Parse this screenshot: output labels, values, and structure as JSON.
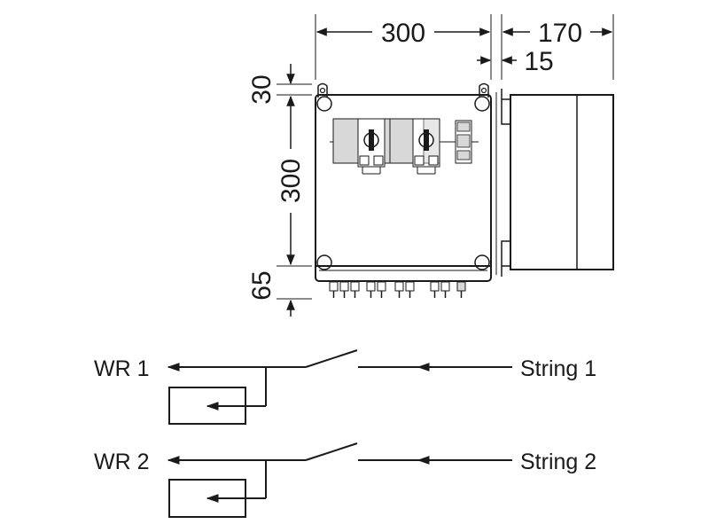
{
  "dimensions": {
    "width_box": "300",
    "depth_box": "170",
    "depth_offset": "15",
    "top_margin": "30",
    "height_box": "300",
    "bottom_margin": "65"
  },
  "schematic": {
    "rows": [
      {
        "output_label": "WR 1",
        "input_label": "String 1"
      },
      {
        "output_label": "WR 2",
        "input_label": "String 2"
      }
    ]
  },
  "colors": {
    "line": "#1a1a1a",
    "breaker_fill": "#d8d8d8",
    "background": "#ffffff"
  }
}
